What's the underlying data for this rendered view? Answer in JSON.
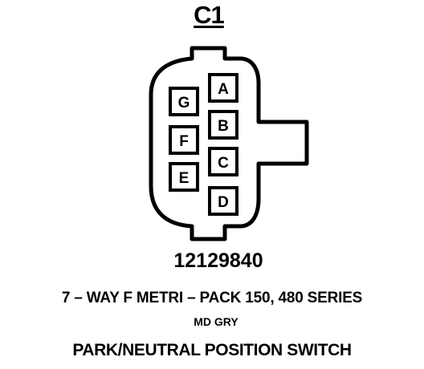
{
  "connector": {
    "id": "C1",
    "part_number": "12129840",
    "description": "7 – WAY F METRI – PACK 150, 480 SERIES",
    "color": "MD GRY",
    "component": "PARK/NEUTRAL POSITION SWITCH"
  },
  "pins": {
    "A": "A",
    "B": "B",
    "C": "C",
    "D": "D",
    "E": "E",
    "F": "F",
    "G": "G"
  },
  "colors": {
    "ink": "#000000",
    "background": "#ffffff"
  }
}
